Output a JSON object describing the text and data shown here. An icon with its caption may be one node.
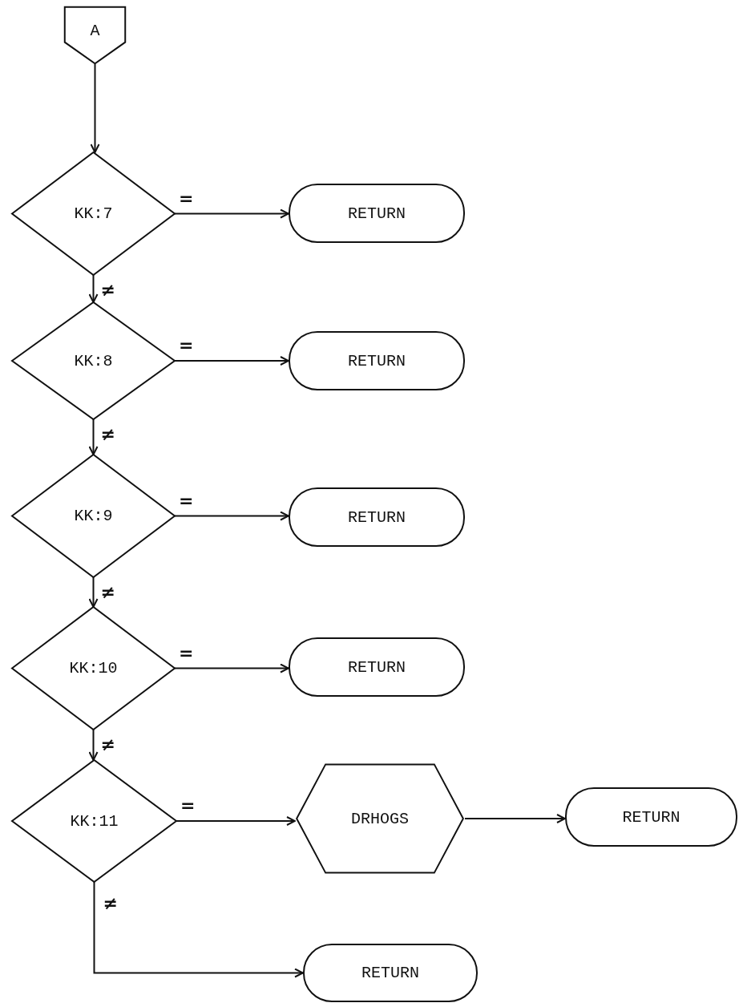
{
  "diagram": {
    "nodes": [
      {
        "text": [
          "A"
        ]
      },
      {
        "text": [
          "KK:7"
        ]
      },
      {
        "text": [
          "RETURN"
        ]
      },
      {
        "text": [
          "KK:8"
        ]
      },
      {
        "text": [
          "RETURN"
        ]
      },
      {
        "text": [
          "KK:9"
        ]
      },
      {
        "text": [
          "RETURN"
        ]
      },
      {
        "text": [
          "KK:10"
        ]
      },
      {
        "text": [
          "RETURN"
        ]
      },
      {
        "text": [
          "KK:11"
        ]
      },
      {
        "text": [
          "DRHOGS"
        ]
      },
      {
        "text": [
          "RETURN"
        ]
      },
      {
        "text": [
          "RETURN"
        ]
      }
    ],
    "edges": [
      {
        "from": 0,
        "to": 1,
        "arrow": "to"
      },
      {
        "from": 1,
        "to": 2,
        "arrow": "to",
        "label": "="
      },
      {
        "from": 1,
        "to": 3,
        "arrow": "to",
        "label": "≠"
      },
      {
        "from": 3,
        "to": 4,
        "arrow": "to",
        "label": "="
      },
      {
        "from": 3,
        "to": 5,
        "arrow": "to",
        "label": "≠"
      },
      {
        "from": 5,
        "to": 6,
        "arrow": "to",
        "label": "="
      },
      {
        "from": 5,
        "to": 7,
        "arrow": "to",
        "label": "≠"
      },
      {
        "from": 7,
        "to": 8,
        "arrow": "to",
        "label": "="
      },
      {
        "from": 7,
        "to": 9,
        "arrow": "to",
        "label": "≠"
      },
      {
        "from": 9,
        "to": 10,
        "arrow": "to",
        "label": "="
      },
      {
        "from": 10,
        "to": 11,
        "arrow": "to"
      },
      {
        "from": 9,
        "to": 12,
        "arrow": "to",
        "label": "≠"
      }
    ]
  }
}
